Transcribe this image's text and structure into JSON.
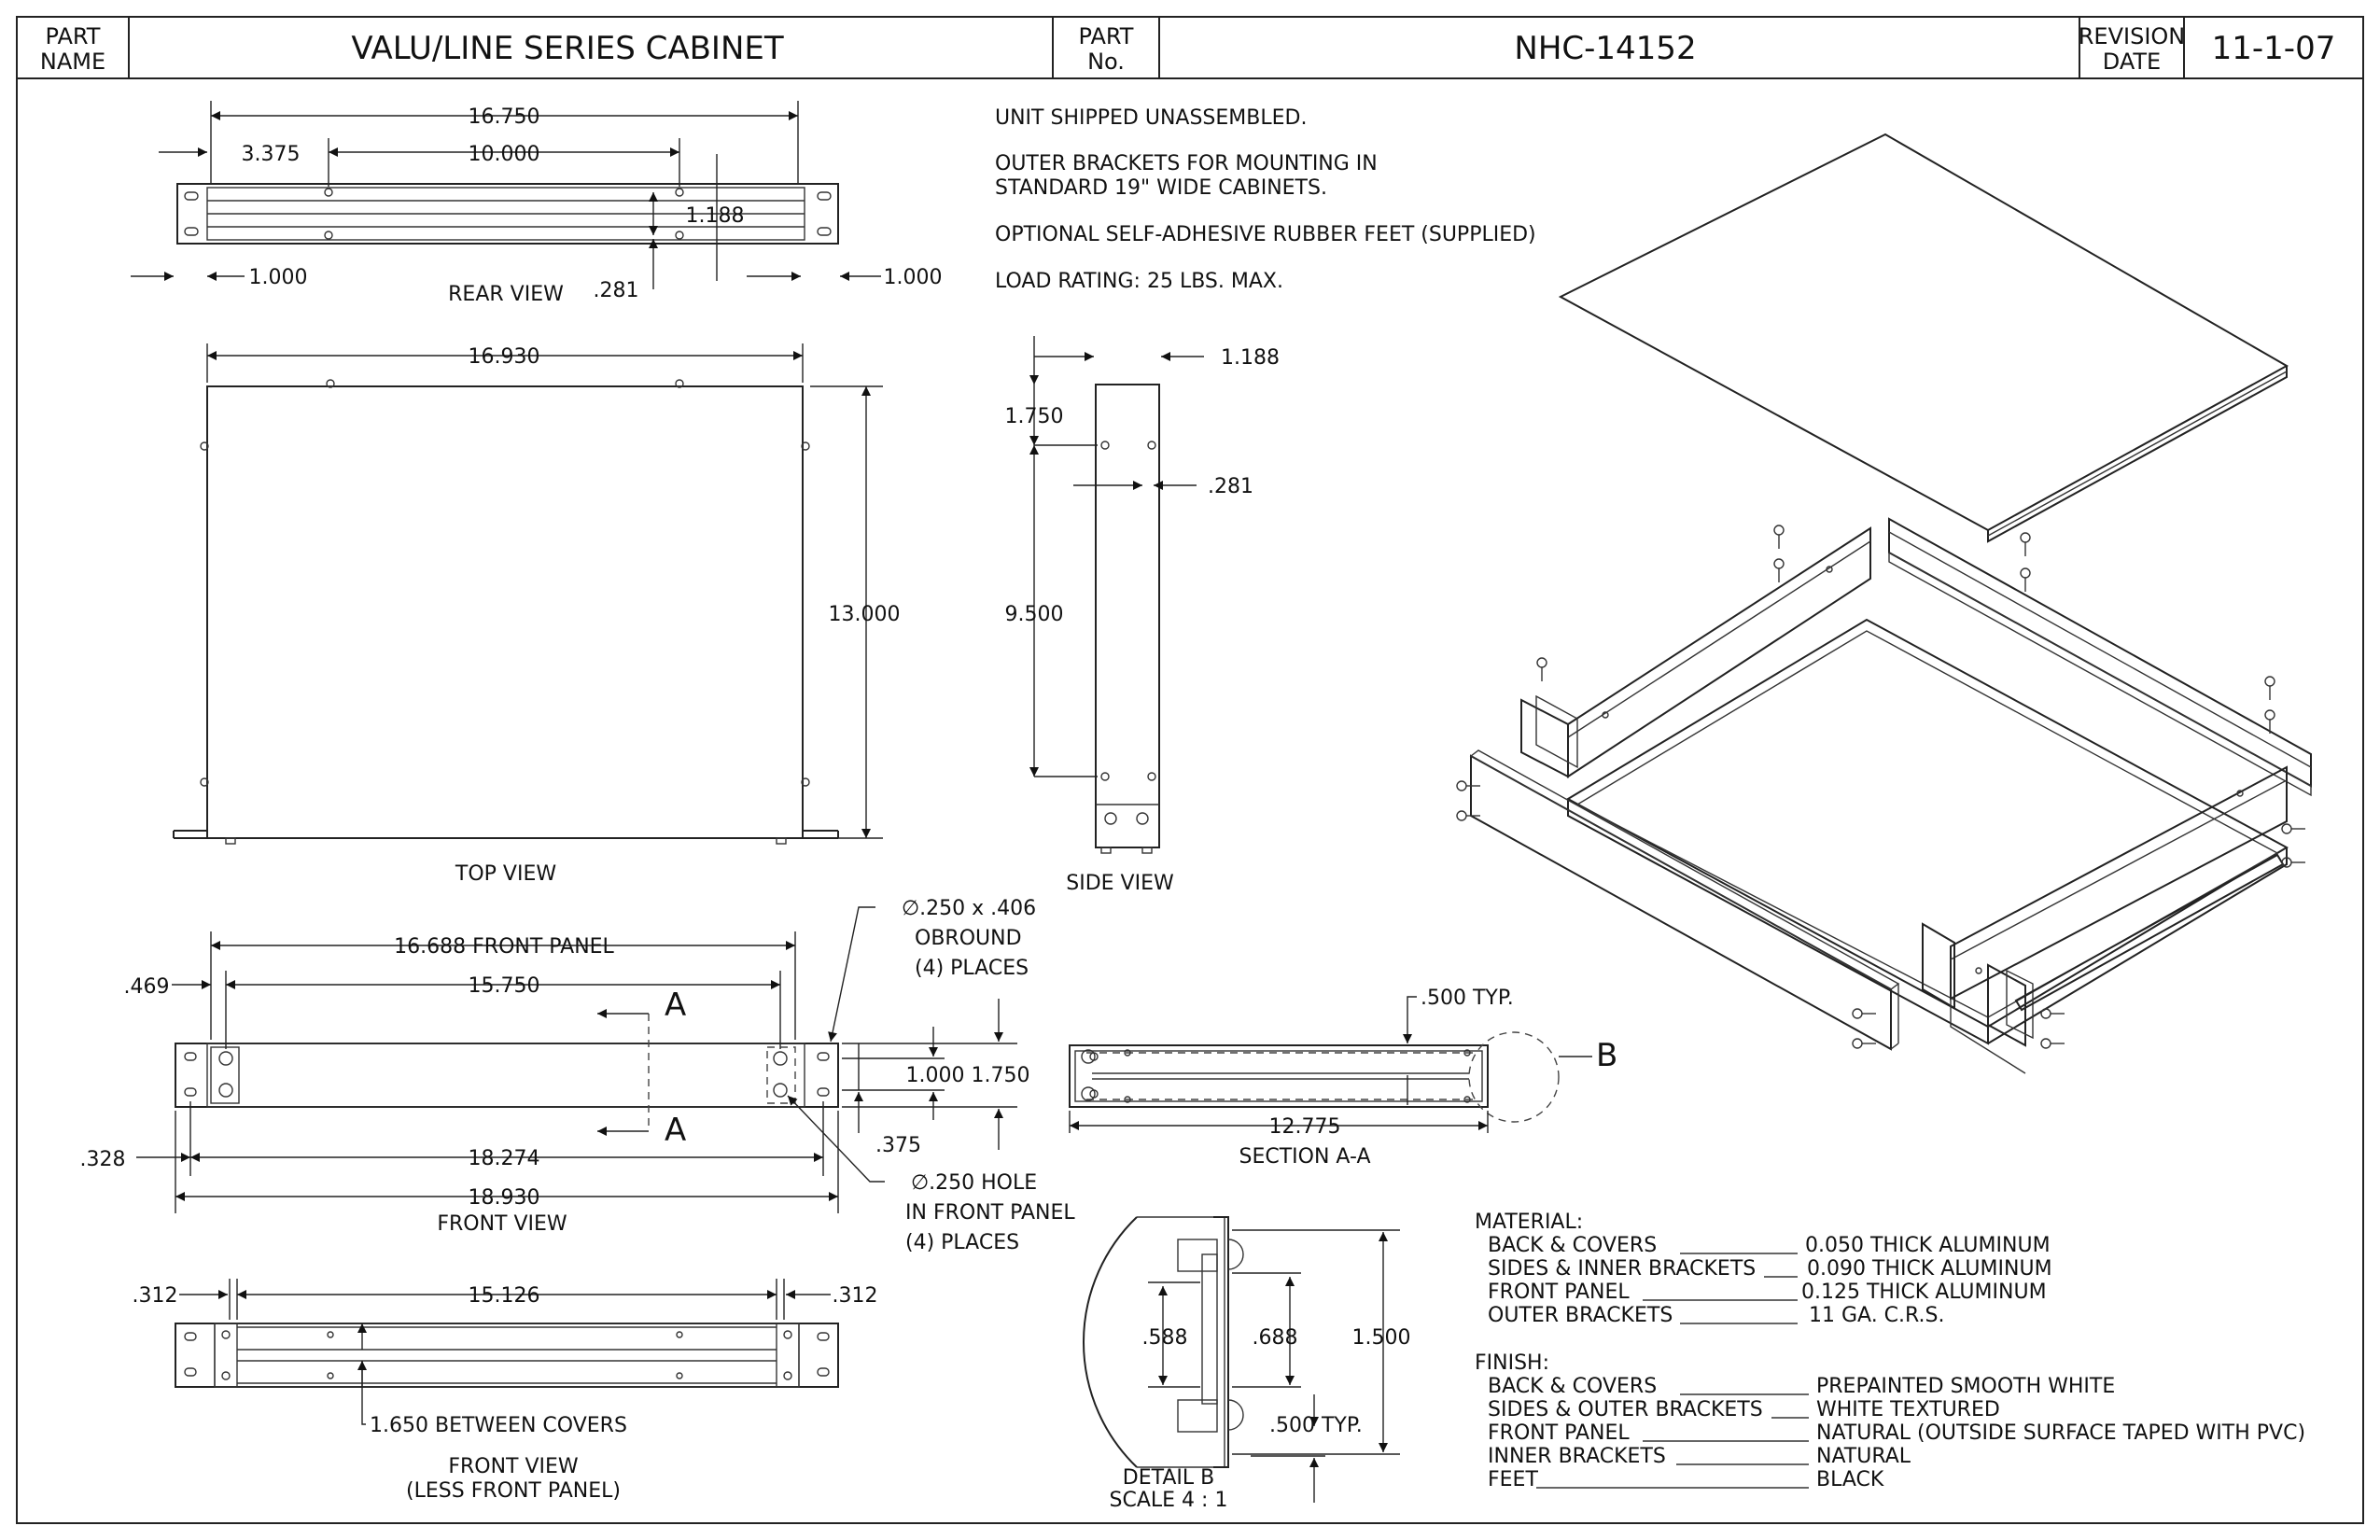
{
  "title_block": {
    "part_name_label": "PART NAME",
    "part_name_label_1": "PART",
    "part_name_label_2": "NAME",
    "part_name": "VALU/LINE SERIES CABINET",
    "part_no_label_1": "PART",
    "part_no_label_2": "No.",
    "part_no": "NHC-14152",
    "revision_label_1": "REVISION",
    "revision_label_2": "DATE",
    "revision_date": "11-1-07"
  },
  "notes": [
    "UNIT SHIPPED UNASSEMBLED.",
    "OUTER BRACKETS FOR MOUNTING IN",
    "STANDARD 19\" WIDE CABINETS.",
    "OPTIONAL SELF-ADHESIVE RUBBER FEET (SUPPLIED)",
    "LOAD RATING:  25 LBS. MAX."
  ],
  "views": {
    "rear": {
      "label": "REAR VIEW",
      "dims": {
        "overall": "16.750",
        "offset": "3.375",
        "span": "10.000",
        "height": "1.188",
        "hole": ".281",
        "left_edge": "1.000",
        "right_edge": "1.000"
      }
    },
    "top": {
      "label": "TOP VIEW",
      "dims": {
        "width": "16.930",
        "depth": "13.000"
      }
    },
    "side": {
      "label": "SIDE VIEW",
      "dims": {
        "width": "1.188",
        "top": "1.750",
        "hole": ".281",
        "span": "9.500"
      }
    },
    "front": {
      "label": "FRONT VIEW",
      "dims": {
        "panel": "16.688 FRONT PANEL",
        "span": "15.750",
        "inset": ".469",
        "edge": ".328",
        "hole_span": "18.274",
        "overall": "18.930",
        "h1": "1.000",
        "h2": "1.750",
        "small": ".375"
      },
      "section_marker": "A",
      "callout_obround": [
        "∅.250 x .406",
        "OBROUND",
        "(4) PLACES"
      ],
      "callout_hole": [
        "∅.250 HOLE",
        "IN FRONT PANEL",
        "(4) PLACES"
      ]
    },
    "front_less": {
      "label_1": "FRONT VIEW",
      "label_2": "(LESS FRONT PANEL)",
      "dims": {
        "left": ".312",
        "span": "15.126",
        "right": ".312",
        "between": "1.650 BETWEEN COVERS"
      }
    },
    "section": {
      "label": "SECTION A-A",
      "dims": {
        "typ": ".500 TYP.",
        "width": "12.775"
      },
      "detail_marker": "B"
    },
    "detail": {
      "label_1": "DETAIL B",
      "label_2": "SCALE 4 : 1",
      "dims": {
        "a": ".588",
        "b": ".688",
        "c": "1.500",
        "typ": ".500 TYP."
      }
    }
  },
  "material": {
    "heading": "MATERIAL:",
    "rows": [
      {
        "item": "BACK & COVERS",
        "spec": "0.050 THICK ALUMINUM"
      },
      {
        "item": "SIDES & INNER BRACKETS",
        "spec": "0.090 THICK ALUMINUM"
      },
      {
        "item": "FRONT PANEL",
        "spec": "0.125 THICK ALUMINUM"
      },
      {
        "item": "OUTER BRACKETS",
        "spec": "11 GA. C.R.S."
      }
    ]
  },
  "finish": {
    "heading": "FINISH:",
    "rows": [
      {
        "item": "BACK & COVERS",
        "spec": "PREPAINTED SMOOTH WHITE"
      },
      {
        "item": "SIDES & OUTER BRACKETS",
        "spec": "WHITE TEXTURED"
      },
      {
        "item": "FRONT PANEL",
        "spec": "NATURAL (OUTSIDE SURFACE TAPED WITH PVC)"
      },
      {
        "item": "INNER BRACKETS",
        "spec": "NATURAL"
      },
      {
        "item": "FEET",
        "spec": "BLACK"
      }
    ]
  }
}
